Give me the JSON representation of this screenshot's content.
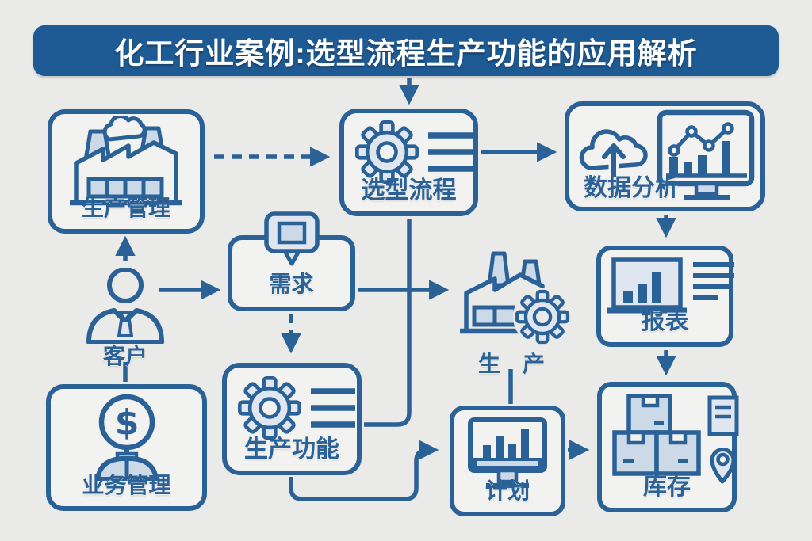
{
  "header": {
    "title": "化工行业案例:选型流程生产功能的应用解析"
  },
  "nodes": {
    "production_mgmt": {
      "label": "生产管理",
      "icon": "factory-smoke-icon"
    },
    "selection_process": {
      "label": "选型流程",
      "icon": "gear-list-icon"
    },
    "data_analysis": {
      "label": "数据分析",
      "icon": "cloud-upload-monitor-chart-icon"
    },
    "customer": {
      "label": "客户",
      "icon": "person-tie-icon"
    },
    "demand": {
      "label": "需求",
      "icon": "speech-bubble-icon"
    },
    "production_function": {
      "label": "生产功能",
      "icon": "gear-list-icon"
    },
    "production": {
      "label": "生　产",
      "icon": "factory-gear-icon"
    },
    "report": {
      "label": "报表",
      "icon": "bar-chart-lines-icon"
    },
    "business_mgmt": {
      "label": "业务管理",
      "icon": "dollar-person-icon"
    },
    "plan": {
      "label": "计划",
      "icon": "monitor-bars-icon"
    },
    "inventory": {
      "label": "库存",
      "icon": "boxes-document-pin-icon"
    }
  },
  "edges": [
    {
      "from": "header",
      "to": "selection_process",
      "style": "solid",
      "arrow": true
    },
    {
      "from": "production_mgmt",
      "to": "selection_process",
      "style": "dashed",
      "arrow": true
    },
    {
      "from": "selection_process",
      "to": "data_analysis",
      "style": "solid",
      "arrow": true
    },
    {
      "from": "data_analysis",
      "to": "report",
      "style": "dashed",
      "arrow": true
    },
    {
      "from": "report",
      "to": "inventory",
      "style": "solid",
      "arrow": true
    },
    {
      "from": "customer",
      "to": "production_mgmt",
      "style": "solid",
      "arrow": true
    },
    {
      "from": "customer",
      "to": "demand",
      "style": "solid",
      "arrow": true
    },
    {
      "from": "demand",
      "to": "production",
      "style": "solid",
      "arrow": true
    },
    {
      "from": "selection_process",
      "to": "production_function",
      "style": "solid",
      "arrow": false
    },
    {
      "from": "demand",
      "to": "production_function",
      "style": "dashed",
      "arrow": true
    },
    {
      "from": "production_function",
      "to": "plan",
      "style": "solid",
      "arrow": true
    },
    {
      "from": "production",
      "to": "plan",
      "style": "solid",
      "arrow": false
    },
    {
      "from": "plan",
      "to": "inventory",
      "style": "solid",
      "arrow": true
    },
    {
      "from": "customer",
      "to": "business_mgmt",
      "style": "solid",
      "arrow": false
    }
  ],
  "colors": {
    "accent": "#2a6197",
    "header_bg": "#1e5a93",
    "background": "#eaeae8",
    "box_fill": "#f2f2f0",
    "icon_fill_light": "#ccd9e6",
    "icon_fill_lighter": "#dfe6ef"
  }
}
